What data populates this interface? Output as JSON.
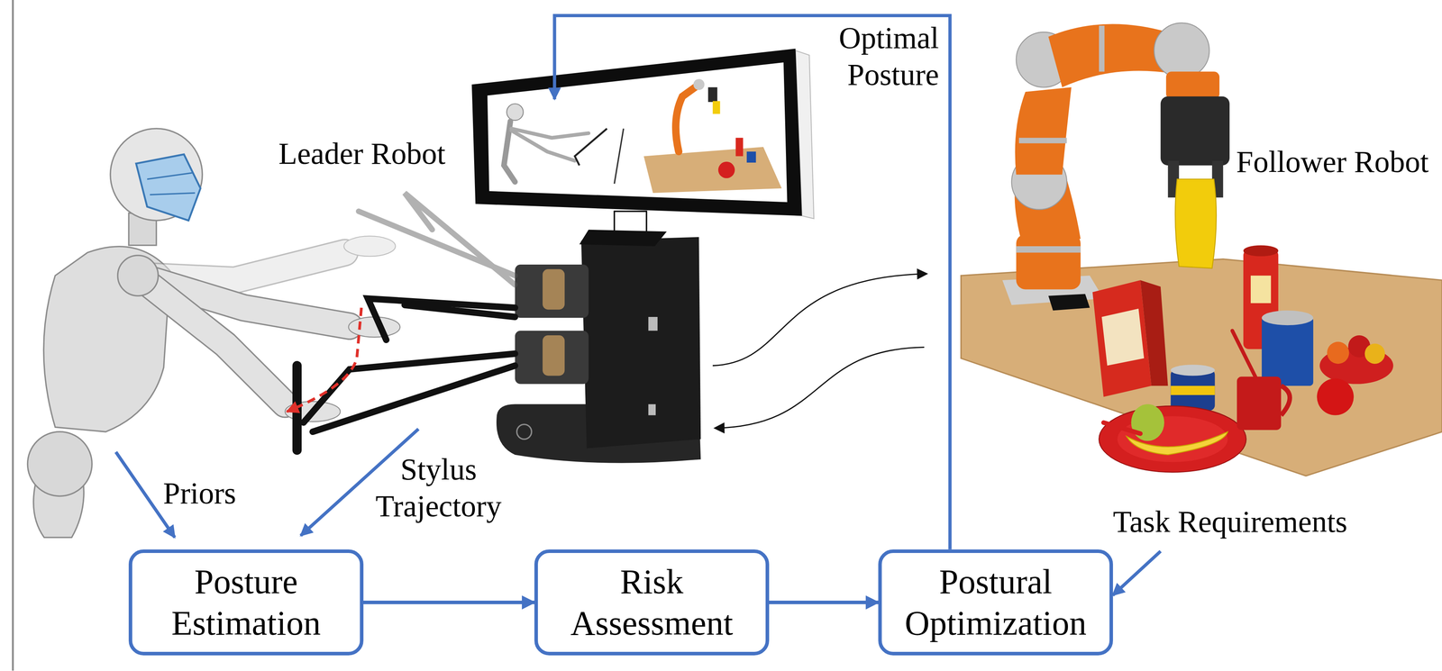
{
  "diagram": {
    "nodes": [
      {
        "text": [
          "Posture Estimation"
        ]
      },
      {
        "text": [
          "Risk Assessment"
        ]
      },
      {
        "text": [
          "Postural Optimization"
        ]
      }
    ],
    "edges": [
      {
        "from": 0,
        "to": 1,
        "arrow": "to"
      },
      {
        "from": 1,
        "to": 2,
        "arrow": "to"
      }
    ],
    "labels": [
      "Optimal Posture",
      "Leader Robot",
      "Follower Robot",
      "Priors",
      "Stylus Trajectory",
      "Task Requirements"
    ]
  }
}
